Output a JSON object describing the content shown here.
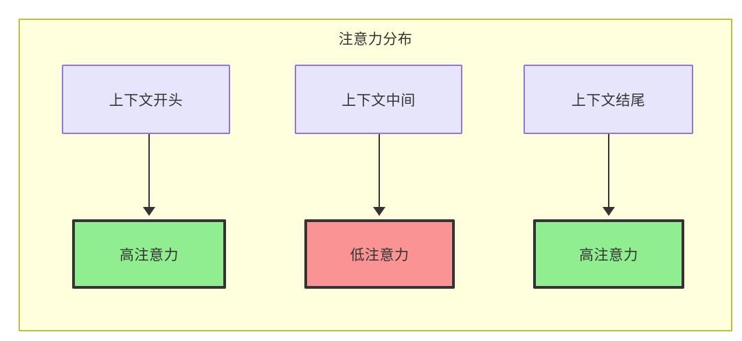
{
  "diagram": {
    "title": "注意力分布",
    "background_color": "#ffffdd",
    "border_color": "#bfbf3f",
    "top_nodes": [
      {
        "id": "context-start",
        "label": "上下文开头",
        "fill": "#e7e5fb",
        "stroke": "#9673d9"
      },
      {
        "id": "context-mid",
        "label": "上下文中间",
        "fill": "#e7e5fb",
        "stroke": "#9673d9"
      },
      {
        "id": "context-end",
        "label": "上下文结尾",
        "fill": "#e7e5fb",
        "stroke": "#9673d9"
      }
    ],
    "bottom_nodes": [
      {
        "id": "attn-high-start",
        "label": "高注意力",
        "fill": "#90ee90",
        "stroke": "#333333"
      },
      {
        "id": "attn-low-mid",
        "label": "低注意力",
        "fill": "#fa9494",
        "stroke": "#333333"
      },
      {
        "id": "attn-high-end",
        "label": "高注意力",
        "fill": "#90ee90",
        "stroke": "#333333"
      }
    ],
    "edges": [
      {
        "from": "context-start",
        "to": "attn-high-start",
        "label": "",
        "arrow": "arrow-down-icon"
      },
      {
        "from": "context-mid",
        "to": "attn-low-mid",
        "label": "",
        "arrow": "arrow-down-icon"
      },
      {
        "from": "context-end",
        "to": "attn-high-end",
        "label": "",
        "arrow": "arrow-down-icon"
      }
    ]
  }
}
